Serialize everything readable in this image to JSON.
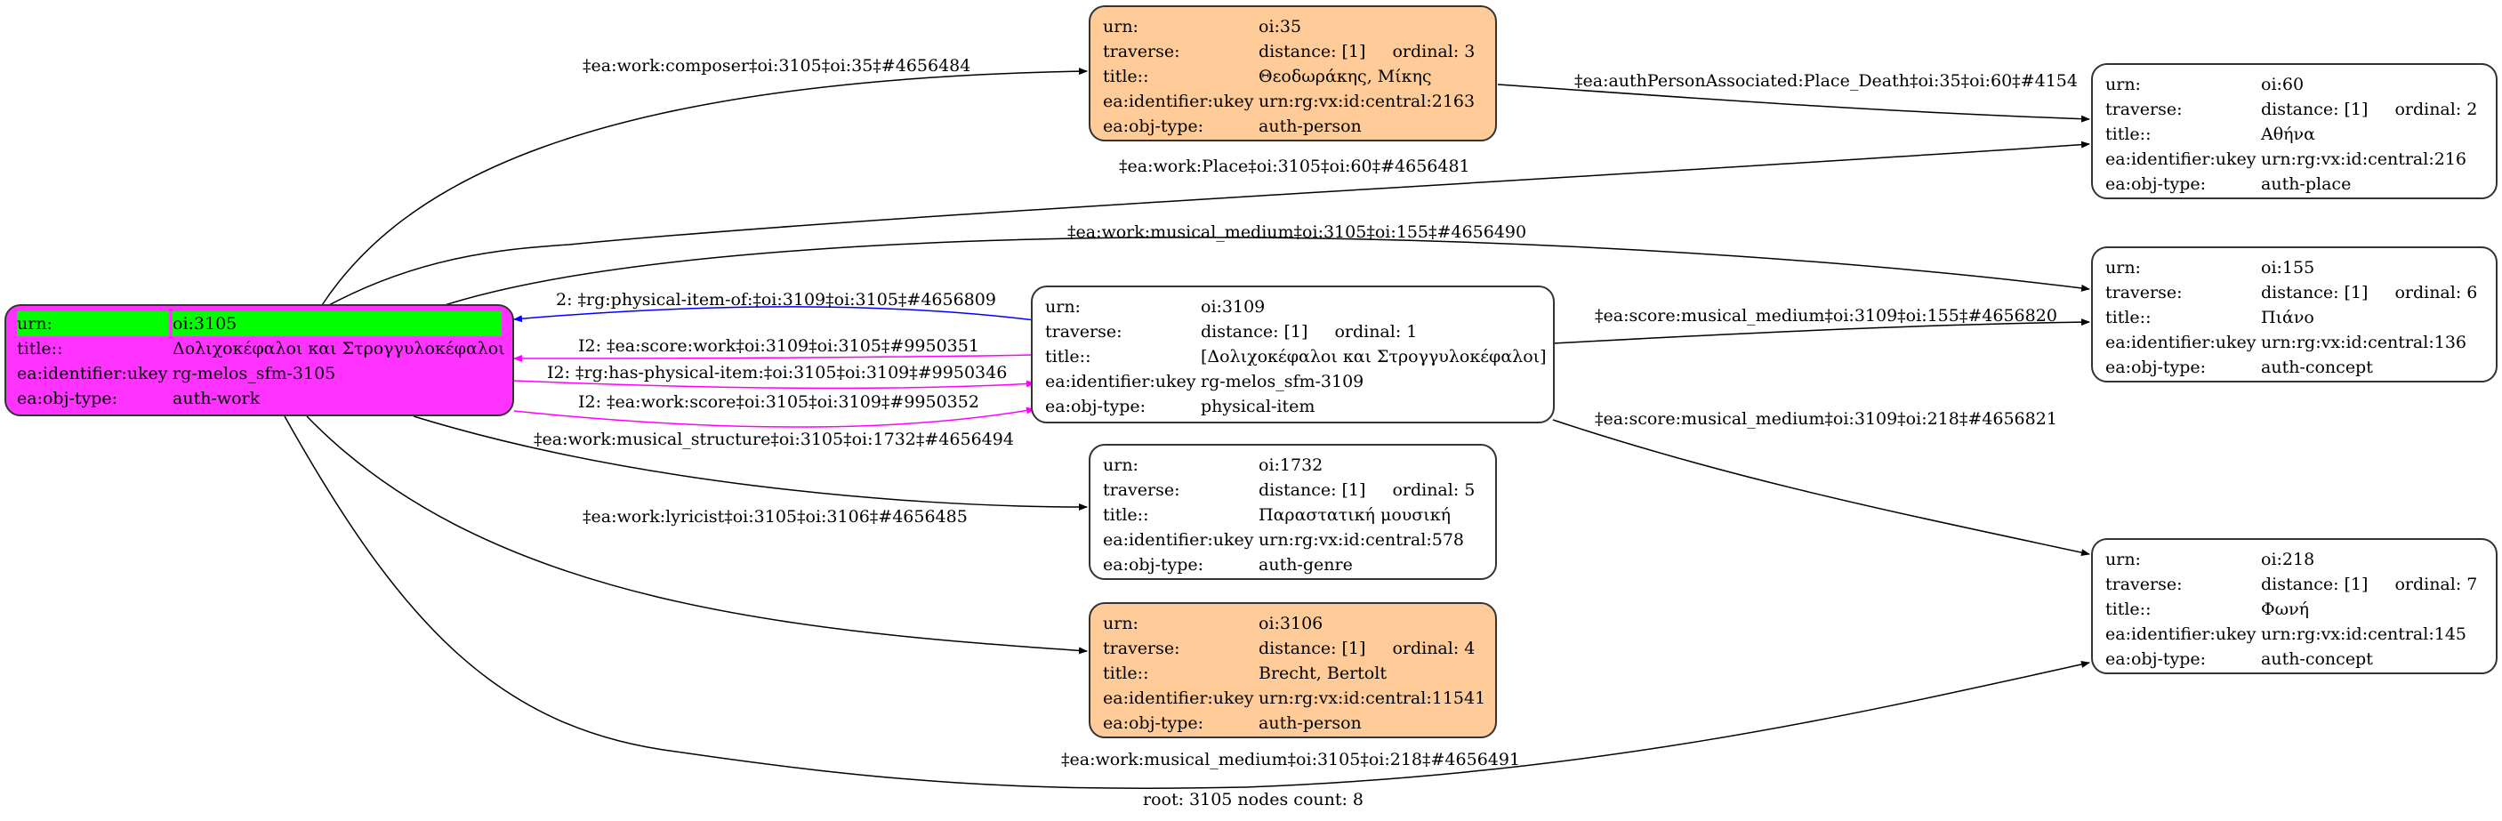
{
  "graph": {
    "footer": "root: 3105 nodes count: 8",
    "colors": {
      "root_fill": "#ff33ff",
      "root_urn_highlight": "#00ff00",
      "person_fill": "#ffcc99",
      "default_fill": "#ffffff",
      "edge_default": "#000000",
      "edge_physical_item_of": "#0000ff",
      "edge_inverse": "#ff00ff"
    },
    "nodes": {
      "n3105": {
        "urn_k": "urn:",
        "urn_v": "oi:3105",
        "title_k": "title::",
        "title_v": "Δολιχοκέφαλοι και Στρογγυλοκέφαλοι",
        "ukey_k": "ea:identifier:ukey",
        "ukey_v": "rg-melos_sfm-3105",
        "type_k": "ea:obj-type:",
        "type_v": "auth-work"
      },
      "n35": {
        "urn_k": "urn:",
        "urn_v": "oi:35",
        "trav_k": "traverse:",
        "distance": "distance: [1]",
        "ordinal": "ordinal: 3",
        "title_k": "title::",
        "title_v": "Θεοδωράκης, Μίκης",
        "ukey_k": "ea:identifier:ukey",
        "ukey_v": "urn:rg:vx:id:central:2163",
        "type_k": "ea:obj-type:",
        "type_v": "auth-person"
      },
      "n60": {
        "urn_k": "urn:",
        "urn_v": "oi:60",
        "trav_k": "traverse:",
        "distance": "distance: [1]",
        "ordinal": "ordinal: 2",
        "title_k": "title::",
        "title_v": "Αθήνα",
        "ukey_k": "ea:identifier:ukey",
        "ukey_v": "urn:rg:vx:id:central:216",
        "type_k": "ea:obj-type:",
        "type_v": "auth-place"
      },
      "n155": {
        "urn_k": "urn:",
        "urn_v": "oi:155",
        "trav_k": "traverse:",
        "distance": "distance: [1]",
        "ordinal": "ordinal: 6",
        "title_k": "title::",
        "title_v": "Πιάνο",
        "ukey_k": "ea:identifier:ukey",
        "ukey_v": "urn:rg:vx:id:central:136",
        "type_k": "ea:obj-type:",
        "type_v": "auth-concept"
      },
      "n3109": {
        "urn_k": "urn:",
        "urn_v": "oi:3109",
        "trav_k": "traverse:",
        "distance": "distance: [1]",
        "ordinal": "ordinal: 1",
        "title_k": "title::",
        "title_v": "[Δολιχοκέφαλοι και Στρογγυλοκέφαλοι]",
        "ukey_k": "ea:identifier:ukey",
        "ukey_v": "rg-melos_sfm-3109",
        "type_k": "ea:obj-type:",
        "type_v": "physical-item"
      },
      "n1732": {
        "urn_k": "urn:",
        "urn_v": "oi:1732",
        "trav_k": "traverse:",
        "distance": "distance: [1]",
        "ordinal": "ordinal: 5",
        "title_k": "title::",
        "title_v": "Παραστατική μουσική",
        "ukey_k": "ea:identifier:ukey",
        "ukey_v": "urn:rg:vx:id:central:578",
        "type_k": "ea:obj-type:",
        "type_v": "auth-genre"
      },
      "n3106": {
        "urn_k": "urn:",
        "urn_v": "oi:3106",
        "trav_k": "traverse:",
        "distance": "distance: [1]",
        "ordinal": "ordinal: 4",
        "title_k": "title::",
        "title_v": "Brecht, Bertolt",
        "ukey_k": "ea:identifier:ukey",
        "ukey_v": "urn:rg:vx:id:central:11541",
        "type_k": "ea:obj-type:",
        "type_v": "auth-person"
      },
      "n218": {
        "urn_k": "urn:",
        "urn_v": "oi:218",
        "trav_k": "traverse:",
        "distance": "distance: [1]",
        "ordinal": "ordinal: 7",
        "title_k": "title::",
        "title_v": "Φωνή",
        "ukey_k": "ea:identifier:ukey",
        "ukey_v": "urn:rg:vx:id:central:145",
        "type_k": "ea:obj-type:",
        "type_v": "auth-concept"
      }
    },
    "edges": {
      "composer": "‡ea:work:composer‡oi:3105‡oi:35‡#4656484",
      "place_death": "‡ea:authPersonAssociated:Place_Death‡oi:35‡oi:60‡#4154",
      "work_place": "‡ea:work:Place‡oi:3105‡oi:60‡#4656481",
      "work_medium_155": "‡ea:work:musical_medium‡oi:3105‡oi:155‡#4656490",
      "physical_item_of": "2: ‡rg:physical-item-of:‡oi:3109‡oi:3105‡#4656809",
      "score_work": "I2: ‡ea:score:work‡oi:3109‡oi:3105‡#9950351",
      "has_physical_item": "I2: ‡rg:has-physical-item:‡oi:3105‡oi:3109‡#9950346",
      "work_score": "I2: ‡ea:work:score‡oi:3105‡oi:3109‡#9950352",
      "score_medium_155": "‡ea:score:musical_medium‡oi:3109‡oi:155‡#4656820",
      "score_medium_218": "‡ea:score:musical_medium‡oi:3109‡oi:218‡#4656821",
      "musical_structure": "‡ea:work:musical_structure‡oi:3105‡oi:1732‡#4656494",
      "lyricist": "‡ea:work:lyricist‡oi:3105‡oi:3106‡#4656485",
      "work_medium_218": "‡ea:work:musical_medium‡oi:3105‡oi:218‡#4656491"
    }
  }
}
